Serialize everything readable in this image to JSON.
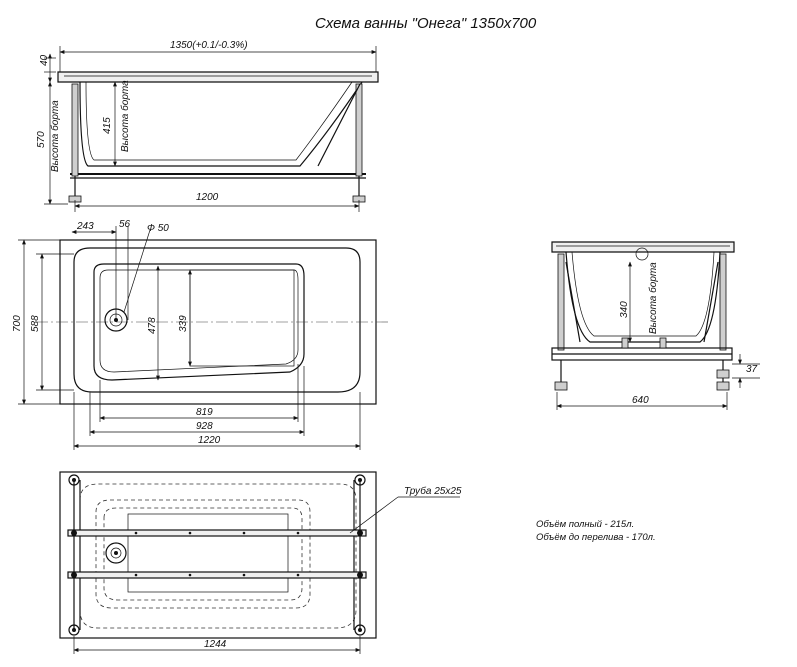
{
  "title": "Схема ванны \"Онега\" 1350x700",
  "side_view": {
    "length": "1350(+0.1/-0.3%)",
    "rim": "40",
    "height": "570",
    "height_label": "Высота борта",
    "depth": "415",
    "depth_label": "Высота борта",
    "frame_length": "1200"
  },
  "top_view": {
    "d243": "243",
    "d56": "56",
    "drain": "Ф 50",
    "width": "700",
    "d588": "588",
    "d478": "478",
    "d339": "339",
    "d819": "819",
    "d928": "928",
    "d1220": "1220"
  },
  "end_view": {
    "depth": "340",
    "depth_label": "Высота борта",
    "leg": "37",
    "width": "640"
  },
  "bottom_view": {
    "pipe": "Труба 25x25",
    "frame_length": "1244"
  },
  "notes": {
    "volume_full": "Объём полный - 215л.",
    "volume_overflow": "Объём до перелива - 170л."
  }
}
